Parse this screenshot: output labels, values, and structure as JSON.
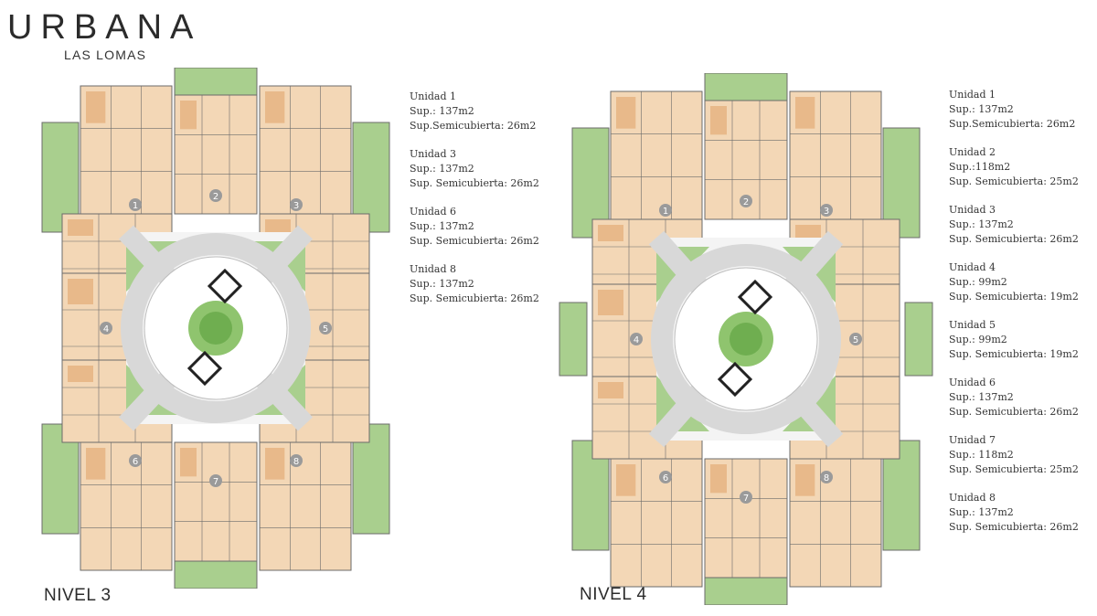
{
  "brand": {
    "name": "URBANA",
    "subtitle": "LAS LOMAS"
  },
  "levels": [
    {
      "label": "NIVEL 3",
      "unit_markers": [
        "1",
        "2",
        "3",
        "4",
        "5",
        "6",
        "7",
        "8"
      ],
      "units": [
        {
          "name": "Unidad 1",
          "sup": "Sup.: 137m2",
          "semi": "Sup.Semicubierta: 26m2"
        },
        {
          "name": "Unidad 3",
          "sup": "Sup.: 137m2",
          "semi": "Sup. Semicubierta: 26m2"
        },
        {
          "name": "Unidad 6",
          "sup": "Sup.: 137m2",
          "semi": "Sup. Semicubierta: 26m2"
        },
        {
          "name": "Unidad 8",
          "sup": "Sup.: 137m2",
          "semi": "Sup. Semicubierta: 26m2"
        }
      ]
    },
    {
      "label": "NIVEL 4",
      "unit_markers": [
        "1",
        "2",
        "3",
        "4",
        "5",
        "6",
        "7",
        "8"
      ],
      "units": [
        {
          "name": "Unidad 1",
          "sup": "Sup.: 137m2",
          "semi": "Sup.Semicubierta: 26m2"
        },
        {
          "name": "Unidad 2",
          "sup": "Sup.:118m2",
          "semi": "Sup. Semicubierta: 25m2"
        },
        {
          "name": "Unidad 3",
          "sup": "Sup.: 137m2",
          "semi": "Sup. Semicubierta: 26m2"
        },
        {
          "name": "Unidad 4",
          "sup": "Sup.: 99m2",
          "semi": "Sup. Semicubierta: 19m2"
        },
        {
          "name": "Unidad 5",
          "sup": "Sup.: 99m2",
          "semi": "Sup. Semicubierta: 19m2"
        },
        {
          "name": "Unidad 6",
          "sup": "Sup.: 137m2",
          "semi": "Sup. Semicubierta: 26m2"
        },
        {
          "name": "Unidad 7",
          "sup": "Sup.: 118m2",
          "semi": "Sup. Semicubierta: 25m2"
        },
        {
          "name": "Unidad 8",
          "sup": "Sup.: 137m2",
          "semi": "Sup. Semicubierta: 26m2"
        }
      ]
    }
  ],
  "colors": {
    "apartment": "#f3d7b6",
    "apartment_dark": "#e8b98a",
    "garden": "#a9cf8e",
    "courtyard_path": "#d8d8d8",
    "wall": "#6b6b6b",
    "marker": "#9a9a9a"
  }
}
